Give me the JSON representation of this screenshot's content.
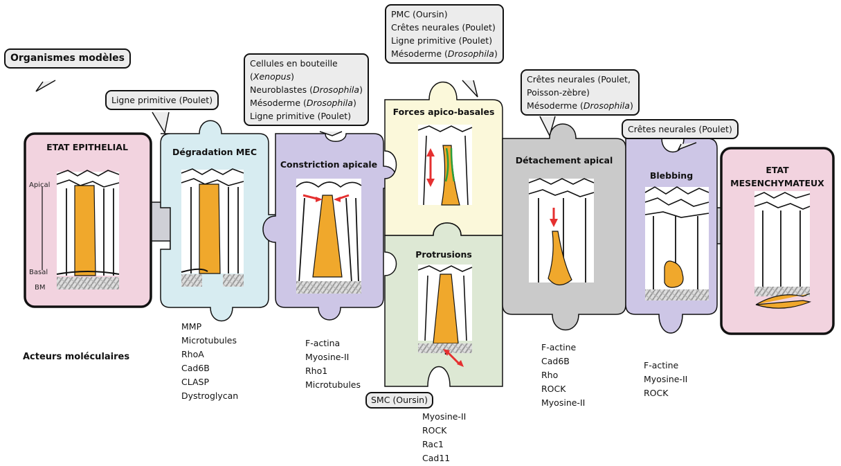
{
  "organisms_label": "Organismes modèles",
  "actors_label": "Acteurs moléculaires",
  "side_labels": {
    "apical": "Apical",
    "basal": "Basal",
    "bm": "BM"
  },
  "colors": {
    "epithelial_fill": "#f2d3df",
    "mec_fill": "#d7ecf1",
    "constriction_fill": "#cdc6e6",
    "forces_fill": "#fbf8da",
    "protrusions_fill": "#dde8d4",
    "detachment_fill": "#cacaca",
    "blebbing_fill": "#cdc6e6",
    "mesenchymal_fill": "#f2d3df",
    "cell_orange": "#f0a82c",
    "arrow_red": "#e53030",
    "actin_green": "#2a9d3a"
  },
  "stages": [
    {
      "id": "epithelial",
      "title": "ETAT EPITHELIAL"
    },
    {
      "id": "mec",
      "title": "Dégradation MEC"
    },
    {
      "id": "constriction",
      "title": "Constriction apicale"
    },
    {
      "id": "forces",
      "title": "Forces apico-basales"
    },
    {
      "id": "protrusions",
      "title": "Protrusions"
    },
    {
      "id": "detachment",
      "title": "Détachement apical"
    },
    {
      "id": "blebbing",
      "title": "Blebbing"
    },
    {
      "id": "mesenchymal",
      "title_line1": "ETAT",
      "title_line2": "MESENCHYMATEUX"
    }
  ],
  "callouts": {
    "mec": [
      "Ligne primitive (Poulet)"
    ],
    "constriction": [
      {
        "text": "Cellules en bouteille"
      },
      {
        "pre": "(",
        "it": "Xenopus",
        "post": ")"
      },
      {
        "pre": "Neuroblastes (",
        "it": "Drosophila",
        "post": ")"
      },
      {
        "pre": "Mésoderme (",
        "it": "Drosophila",
        "post": ")"
      },
      {
        "text": "Ligne primitive (Poulet)"
      }
    ],
    "forces": [
      {
        "text": "PMC (Oursin)"
      },
      {
        "text": "Crêtes neurales (Poulet)"
      },
      {
        "text": "Ligne primitive (Poulet)"
      },
      {
        "pre": "Mésoderme (",
        "it": "Drosophila",
        "post": ")"
      }
    ],
    "detachment": [
      {
        "text": "Crêtes neurales (Poulet,"
      },
      {
        "text": "Poisson-zèbre)"
      },
      {
        "pre": "Mésoderme (",
        "it": "Drosophila",
        "post": ")"
      }
    ],
    "blebbing": [
      "Crêtes neurales (Poulet)"
    ],
    "protrusions": [
      "SMC (Oursin)"
    ]
  },
  "actors": {
    "mec": [
      "MMP",
      "Microtubules",
      "RhoA",
      "Cad6B",
      "CLASP",
      "Dystroglycan"
    ],
    "constriction": [
      "F-actina",
      "Myosine-II",
      "Rho1",
      "Microtubules"
    ],
    "protrusions": [
      "Myosine-II",
      "ROCK",
      "Rac1",
      "Cad11"
    ],
    "detachment": [
      "F-actine",
      "Cad6B",
      "Rho",
      "ROCK",
      "Myosine-II"
    ],
    "blebbing": [
      "F-actine",
      "Myosine-II",
      "ROCK"
    ]
  }
}
